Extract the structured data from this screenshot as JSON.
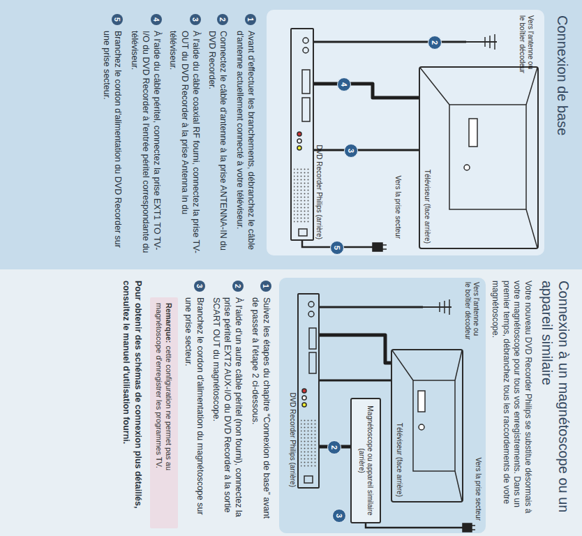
{
  "diagram": {
    "nodes": [
      {
        "text": [
          "Téléviseur (face arrière)"
        ]
      },
      {
        "text": [
          "DVD Recorder Philips (arrière)"
        ]
      },
      {
        "text": [
          "Téléviseur (face arrière)"
        ]
      },
      {
        "text": [
          "Magnétoscope ou appareil similaire (arrière)"
        ]
      },
      {
        "text": [
          "DVD Recorder Philips (arrière)"
        ]
      },
      {
        "text": [
          "Remarque:",
          "cette configuration ne permet pas au magnétoscope d'enregistrer les programmes TV."
        ]
      }
    ],
    "edges": [
      {
        "from": 1,
        "to": 0,
        "arrow": "none"
      },
      {
        "from": 1,
        "to": 0,
        "arrow": "none"
      },
      {
        "from": 4,
        "to": 2,
        "arrow": "none"
      },
      {
        "from": 4,
        "to": 2,
        "arrow": "none"
      },
      {
        "from": 4,
        "to": 3,
        "arrow": "none"
      }
    ],
    "labels": [
      "Connexion de base",
      "Vers l'antenne ou le boîtier décodeur",
      "2",
      "4",
      "3",
      "Vers la prise secteur",
      "5",
      "1",
      "Avant d'effectuer les branchements, débranchez le câble d'antenne actuellement connecté à votre téléviseur.",
      "2",
      "Connectez le câble d'antenne à la prise ANTENNA-IN du DVD Recorder.",
      "3",
      "À l'aide du câble coaxial RF fourni, connectez la prise TV-OUT du DVD Recorder à la prise Antenna In du téléviseur.",
      "4",
      "À l'aide du câble péritel, connectez la prise EXT1 TO TV-I/O du DVD Recorder à l'entrée péritel correspondante du téléviseur.",
      "5",
      "Branchez le cordon d'alimentation du DVD Recorder sur une prise secteur.",
      "Connexion à un magnétoscope ou un appareil similaire",
      "Votre nouveau DVD Recorder Philips se substitue désormais à votre magnétoscope pour tous vos enregistrements. Dans un premier temps, débranchez tous les raccordements de votre magnétoscope.",
      "Vers l'antenne ou le boîtier décodeur",
      "Vers la prise secteur",
      "2",
      "3",
      "1",
      "Suivez les étapes du chapitre “Connexion de base” avant de passer à l'étape 2 ci-dessous.",
      "2",
      "À l'aide d'un autre câble péritel (non fourni), connectez la prise péritel EXT2 AUX-I/O du DVD Recorder à la sortie SCART OUT du magnétoscope.",
      "3",
      "Branchez le cordon d'alimentation du magnétoscope sur une prise secteur.",
      "Pour obtenir des schémas de connexion plus détaillés, consultez le manuel d'utilisation fourni."
    ]
  }
}
